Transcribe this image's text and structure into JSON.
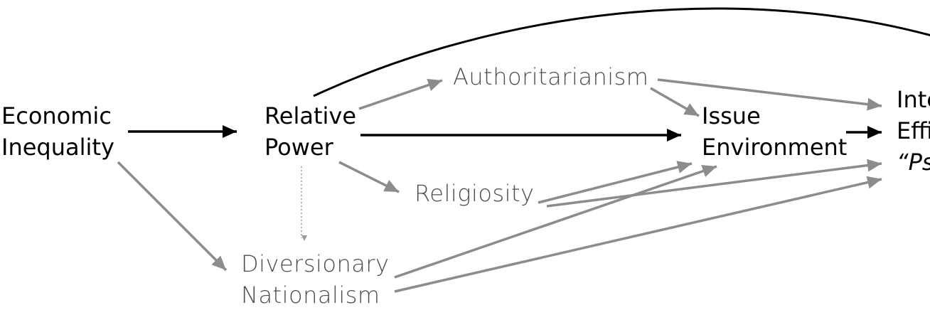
{
  "diagram": {
    "nodes": {
      "economic_inequality": {
        "lines": [
          "Economic",
          "Inequality"
        ]
      },
      "relative_power": {
        "lines": [
          "Relative",
          "Power"
        ]
      },
      "authoritarianism": {
        "lines": [
          "Authoritarianism"
        ]
      },
      "religiosity": {
        "lines": [
          "Religiosity"
        ]
      },
      "diversionary_nationalism": {
        "lines": [
          "Diversionary",
          "Nationalism"
        ]
      },
      "issue_environment": {
        "lines": [
          "Issue",
          "Environment"
        ]
      },
      "intermediate_outcome": {
        "lines": [
          "Inte",
          "Effi",
          "“Ps"
        ]
      }
    },
    "colors": {
      "primary_arrow": "#000000",
      "secondary_arrow": "#8c8c8c",
      "dotted_arrow": "#9a9a9a"
    },
    "edges": [
      {
        "from": "economic_inequality",
        "to": "relative_power",
        "style": "primary"
      },
      {
        "from": "economic_inequality",
        "to": "diversionary_nationalism",
        "style": "secondary"
      },
      {
        "from": "relative_power",
        "to": "authoritarianism",
        "style": "secondary"
      },
      {
        "from": "relative_power",
        "to": "issue_environment",
        "style": "primary"
      },
      {
        "from": "relative_power",
        "to": "religiosity",
        "style": "secondary"
      },
      {
        "from": "relative_power",
        "to": "diversionary_nationalism",
        "style": "dotted"
      },
      {
        "from": "relative_power",
        "to": "intermediate_outcome",
        "style": "primary-curve"
      },
      {
        "from": "authoritarianism",
        "to": "issue_environment",
        "style": "secondary"
      },
      {
        "from": "authoritarianism",
        "to": "intermediate_outcome",
        "style": "secondary"
      },
      {
        "from": "religiosity",
        "to": "issue_environment",
        "style": "secondary"
      },
      {
        "from": "religiosity",
        "to": "intermediate_outcome",
        "style": "secondary"
      },
      {
        "from": "diversionary_nationalism",
        "to": "issue_environment",
        "style": "secondary"
      },
      {
        "from": "diversionary_nationalism",
        "to": "intermediate_outcome",
        "style": "secondary"
      },
      {
        "from": "issue_environment",
        "to": "intermediate_outcome",
        "style": "primary"
      }
    ]
  }
}
